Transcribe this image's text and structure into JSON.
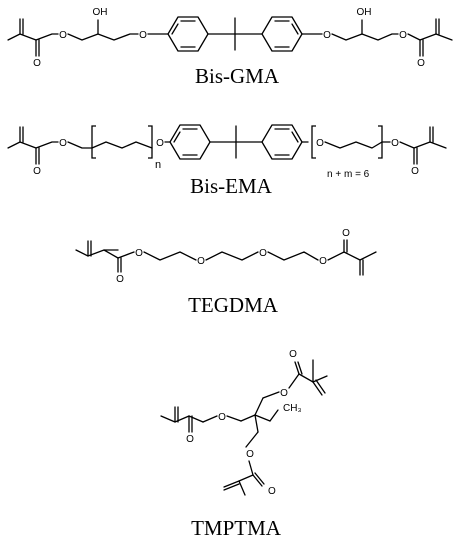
{
  "compounds": [
    {
      "name": "Bis-GMA"
    },
    {
      "name": "Bis-EMA",
      "repeat_note": "n + m = 6"
    },
    {
      "name": "TEGDMA"
    },
    {
      "name": "TMPTMA"
    }
  ],
  "atoms": {
    "oxygen": "O",
    "hydroxyl": "OH",
    "repeat_n": "n",
    "ethyl": "CH₃"
  }
}
